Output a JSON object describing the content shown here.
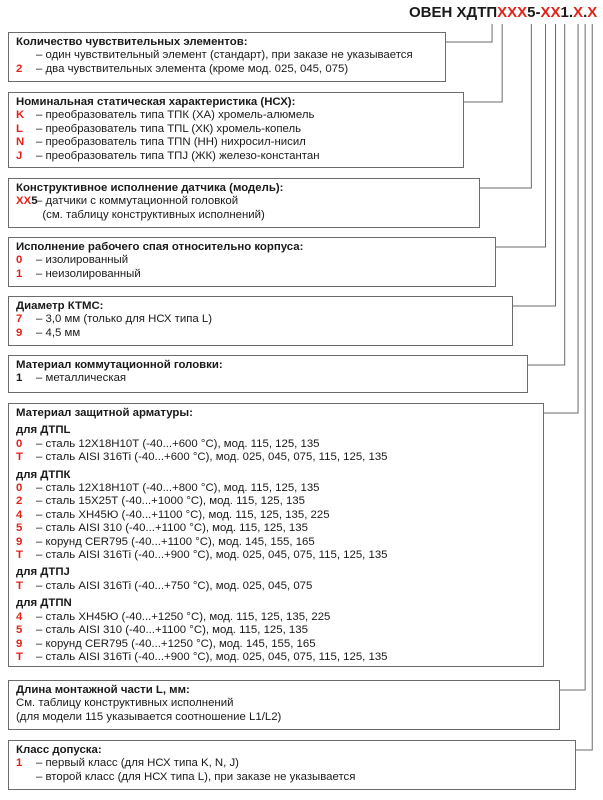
{
  "code": {
    "prefix": "ОВЕН ",
    "parts": [
      {
        "t": "ХДТП",
        "red": false
      },
      {
        "t": "ХХХ",
        "red": true
      },
      {
        "t": "5",
        "red": false
      },
      {
        "t": "-",
        "red": false
      },
      {
        "t": "ХХ",
        "red": true
      },
      {
        "t": "1",
        "red": false
      },
      {
        "t": ".",
        "red": false
      },
      {
        "t": "Х",
        "red": true
      },
      {
        "t": ".",
        "red": false
      },
      {
        "t": "Х",
        "red": true
      }
    ]
  },
  "boxes": [
    {
      "id": "sensors",
      "title": "Количество чувствительных элементов:",
      "rows": [
        {
          "code": "",
          "text": "– один чувствительный элемент (стандарт), при заказе не указывается"
        },
        {
          "code": "2",
          "text": "– два чувствительных элемента (кроме мод. 025, 045, 075)"
        }
      ]
    },
    {
      "id": "nsh",
      "title": "Номинальная статическая характеристика (НСХ):",
      "rows": [
        {
          "code": "K",
          "text": "– преобразователь типа ТПК (ХА) хромель-алюмель"
        },
        {
          "code": "L",
          "text": "– преобразователь типа ТПL (ХК) хромель-копель"
        },
        {
          "code": "N",
          "text": "– преобразователь типа ТПN (НН) нихросил-нисил"
        },
        {
          "code": "J",
          "text": "– преобразователь типа ТПJ (ЖК) железо-константан"
        }
      ]
    },
    {
      "id": "model",
      "title": "Конструктивное исполнение датчика (модель):",
      "rows": [
        {
          "code": "ХХ",
          "codeBlack": "5",
          "text": "– датчики с коммутационной головкой"
        },
        {
          "code": "",
          "text": "  (см. таблицу конструктивных исполнений)"
        }
      ]
    },
    {
      "id": "junction",
      "title": "Исполнение рабочего спая относительно корпуса:",
      "rows": [
        {
          "code": "0",
          "text": "– изолированный"
        },
        {
          "code": "1",
          "text": "– неизолированный"
        }
      ]
    },
    {
      "id": "diameter",
      "title": "Диаметр КТМС:",
      "rows": [
        {
          "code": "7",
          "text": "– 3,0 мм (только для НСХ типа L)"
        },
        {
          "code": "9",
          "text": "– 4,5 мм"
        }
      ]
    },
    {
      "id": "head",
      "title": "Материал коммутационной головки:",
      "rows": [
        {
          "code": "1",
          "black": true,
          "text": "– металлическая"
        }
      ]
    },
    {
      "id": "armor",
      "title": "Материал защитной арматуры:",
      "groups": [
        {
          "name": "для ДТПL",
          "rows": [
            {
              "code": "0",
              "text": "– сталь 12Х18Н10Т (-40...+600 °С), мод. 115, 125, 135"
            },
            {
              "code": "T",
              "text": "– сталь AISI 316Ti (-40...+600 °С), мод. 025, 045, 075, 115, 125, 135"
            }
          ]
        },
        {
          "name": "для ДТПК",
          "rows": [
            {
              "code": "0",
              "text": "– сталь 12Х18Н10Т (-40...+800 °С), мод. 115, 125, 135"
            },
            {
              "code": "2",
              "text": "– сталь 15Х25Т (-40...+1000 °С), мод. 115, 125, 135"
            },
            {
              "code": "4",
              "text": "– сталь ХН45Ю (-40...+1100 °С), мод. 115, 125, 135, 225"
            },
            {
              "code": "5",
              "text": "– сталь AISI 310 (-40...+1100 °С), мод. 115, 125, 135"
            },
            {
              "code": "9",
              "text": "– корунд CER795 (-40...+1100 °С), мод. 145, 155, 165"
            },
            {
              "code": "T",
              "text": "– сталь AISI 316Ti (-40...+900 °С), мод. 025, 045, 075, 115, 125, 135"
            }
          ]
        },
        {
          "name": "для ДТПJ",
          "rows": [
            {
              "code": "T",
              "text": "– сталь AISI 316Ti (-40...+750 °С), мод. 025, 045, 075"
            }
          ]
        },
        {
          "name": "для ДТПN",
          "rows": [
            {
              "code": "4",
              "text": "– сталь ХН45Ю (-40...+1250 °С), мод. 115, 125, 135, 225"
            },
            {
              "code": "5",
              "text": "– сталь AISI 310 (-40...+1100 °С), мод. 115, 125, 135"
            },
            {
              "code": "9",
              "text": "– корунд CER795 (-40...+1250 °С), мод. 145, 155, 165"
            },
            {
              "code": "T",
              "text": "– сталь AISI 316Ti (-40...+900 °С), мод. 025, 045, 075, 115, 125, 135"
            }
          ]
        }
      ]
    },
    {
      "id": "length",
      "title": "Длина монтажной части L, мм:",
      "plain": [
        "См. таблицу конструктивных исполнений",
        "(для модели 115 указывается соотношение L1/L2)"
      ]
    },
    {
      "id": "class",
      "title": "Класс допуска:",
      "rows": [
        {
          "code": "1",
          "text": "– первый класс (для НСХ типа K, N, J)"
        },
        {
          "code": "",
          "text": "– второй класс (для НСХ типа L), при заказе не указывается"
        }
      ]
    }
  ]
}
